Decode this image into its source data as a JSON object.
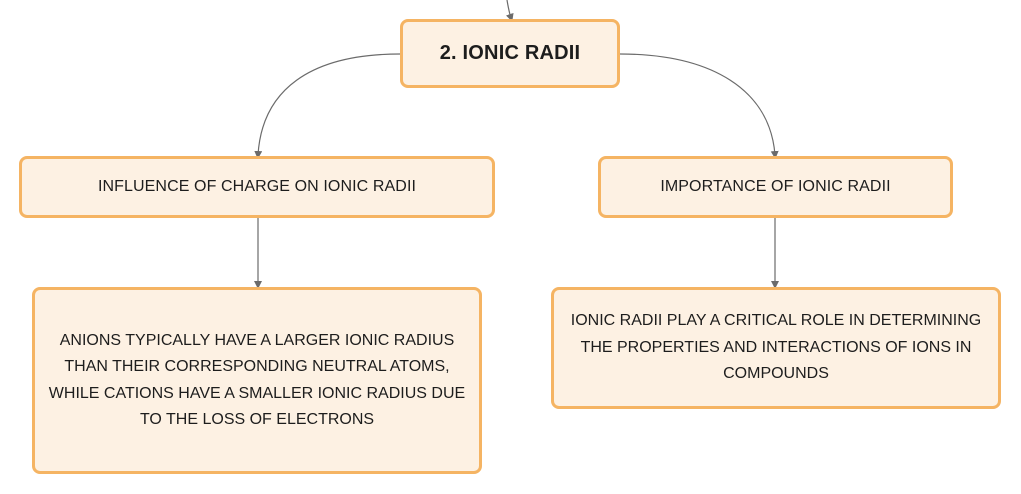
{
  "root": {
    "label": "2. IONIC RADII"
  },
  "branches": [
    {
      "label": "INFLUENCE OF CHARGE ON IONIC RADII",
      "detail": "ANIONS TYPICALLY HAVE A LARGER IONIC RADIUS THAN THEIR CORRESPONDING NEUTRAL ATOMS, WHILE CATIONS HAVE A SMALLER IONIC RADIUS DUE TO THE LOSS OF ELECTRONS"
    },
    {
      "label": "IMPORTANCE OF IONIC RADII",
      "detail": "IONIC RADII PLAY A CRITICAL ROLE IN DETERMINING THE PROPERTIES AND INTERACTIONS OF IONS IN COMPOUNDS"
    }
  ],
  "colors": {
    "node_fill": "#fdf1e3",
    "node_border": "#f5b463",
    "connector": "#6b6b6b",
    "text": "#1d1d1d"
  }
}
